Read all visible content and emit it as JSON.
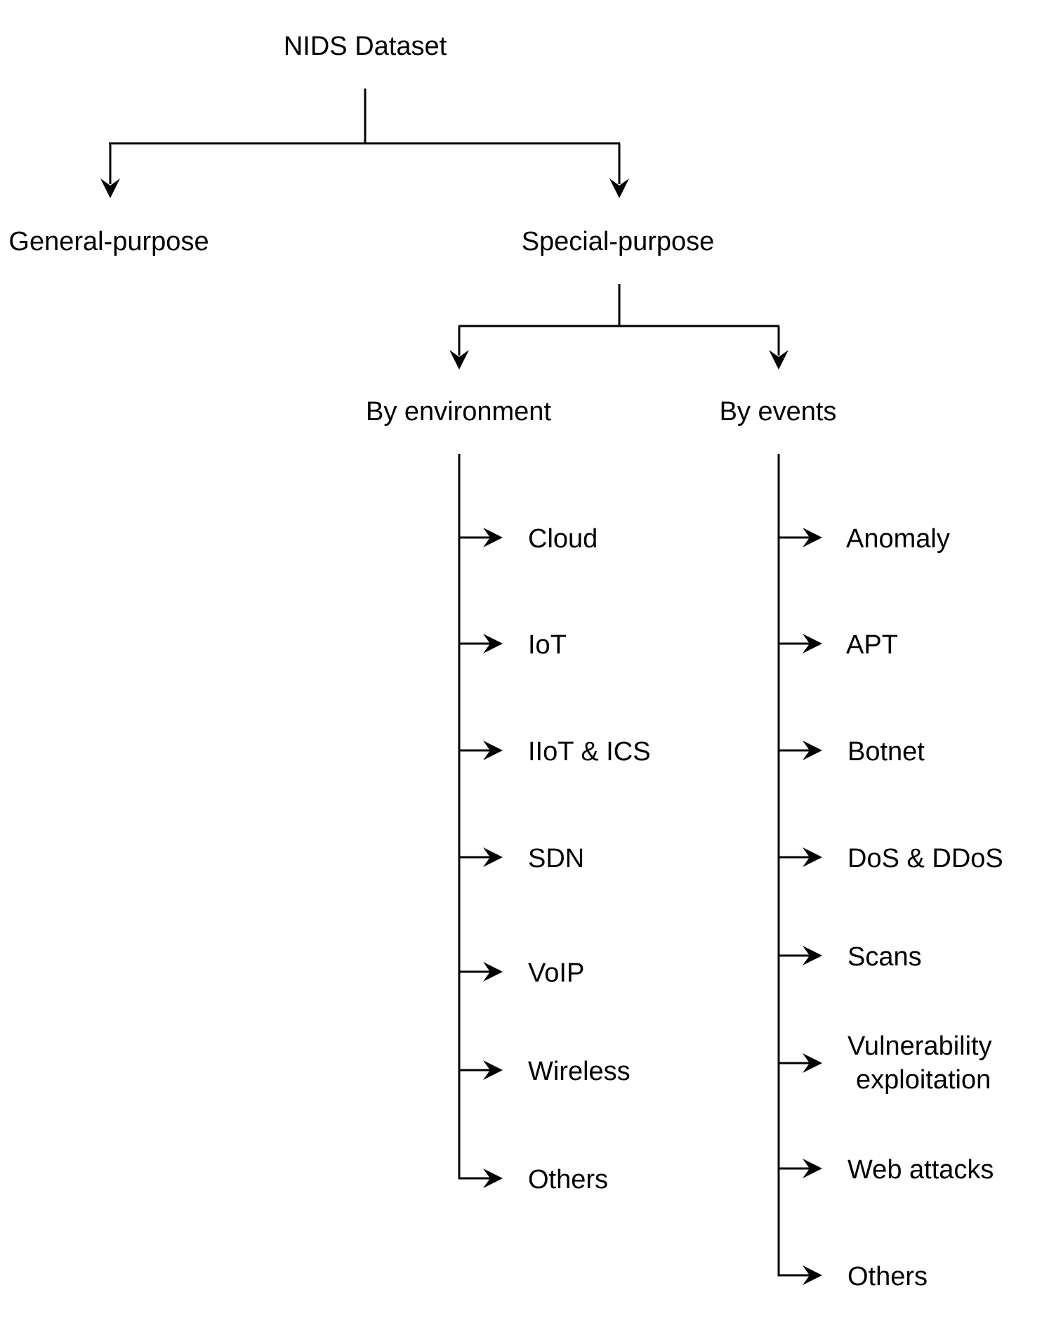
{
  "root": "NIDS Dataset",
  "level1": {
    "general": "General-purpose",
    "special": "Special-purpose"
  },
  "level2": {
    "environment": "By environment",
    "events": "By events"
  },
  "environment_items": [
    "Cloud",
    "IoT",
    "IIoT & ICS",
    "SDN",
    "VoIP",
    "Wireless",
    "Others"
  ],
  "events_items": [
    "Anomaly",
    "APT",
    "Botnet",
    "DoS & DDoS",
    "Scans",
    "Vulnerability exploitation",
    "Web attacks",
    "Others"
  ],
  "events_multiline": {
    "vulnerability_line1": "Vulnerability",
    "vulnerability_line2": "exploitation"
  }
}
